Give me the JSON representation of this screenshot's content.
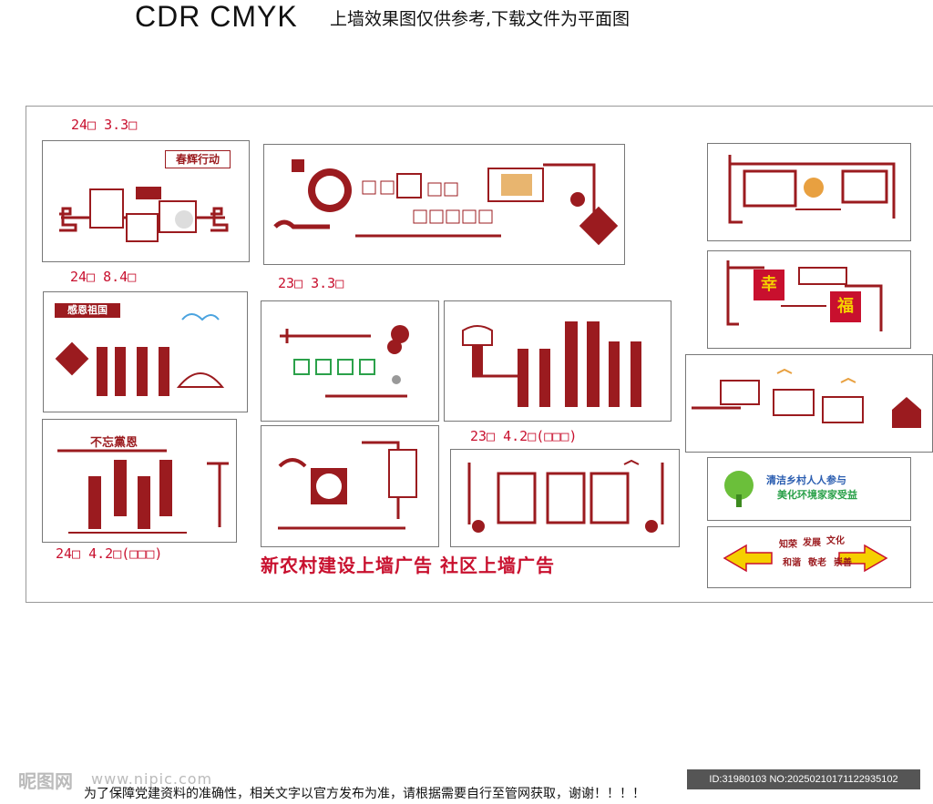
{
  "header": {
    "format_code": "CDR  CMYK",
    "note": "上墙效果图仅供参考,下载文件为平面图"
  },
  "dimensions": {
    "d1": "24□  3.3□",
    "d2": "24□  8.4□",
    "d3": "23□  3.3□",
    "d4": "23□  4.2□(□□□)",
    "d5": "24□  4.2□(□□□)"
  },
  "panel_titles": {
    "chunhui": "春辉行动",
    "ganen": "感恩祖国",
    "buwang": "不忘黨恩",
    "xing": "幸",
    "fu": "福"
  },
  "panel_texts": {
    "qingjie_line1": "清洁乡村人人参与",
    "qingjie_line2": "美化环境家家受益",
    "arrow_words": [
      "知荣",
      "发展",
      "文化",
      "和谐",
      "敬老",
      "崇善"
    ]
  },
  "ad_caption": "新农村建设上墙广告  社区上墙广告",
  "watermark": {
    "logo": "昵图网",
    "url": "www.nipic.com",
    "id_text": "ID:31980103 NO:20250210171122935102"
  },
  "disclaimer": "为了保障党建资料的准确性，相关文字以官方发布为准，请根据需要自行至管网获取，谢谢！！！！",
  "colors": {
    "accent": "#9b1b1f",
    "dimension_red": "#c8102e"
  }
}
